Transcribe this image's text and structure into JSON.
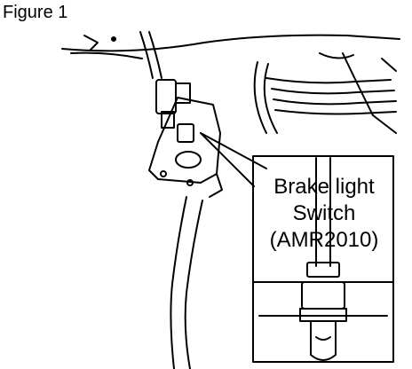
{
  "figure": {
    "title": "Figure 1",
    "callout": {
      "line1": "Brake light",
      "line2": "Switch",
      "line3": "(AMR2010)"
    }
  }
}
